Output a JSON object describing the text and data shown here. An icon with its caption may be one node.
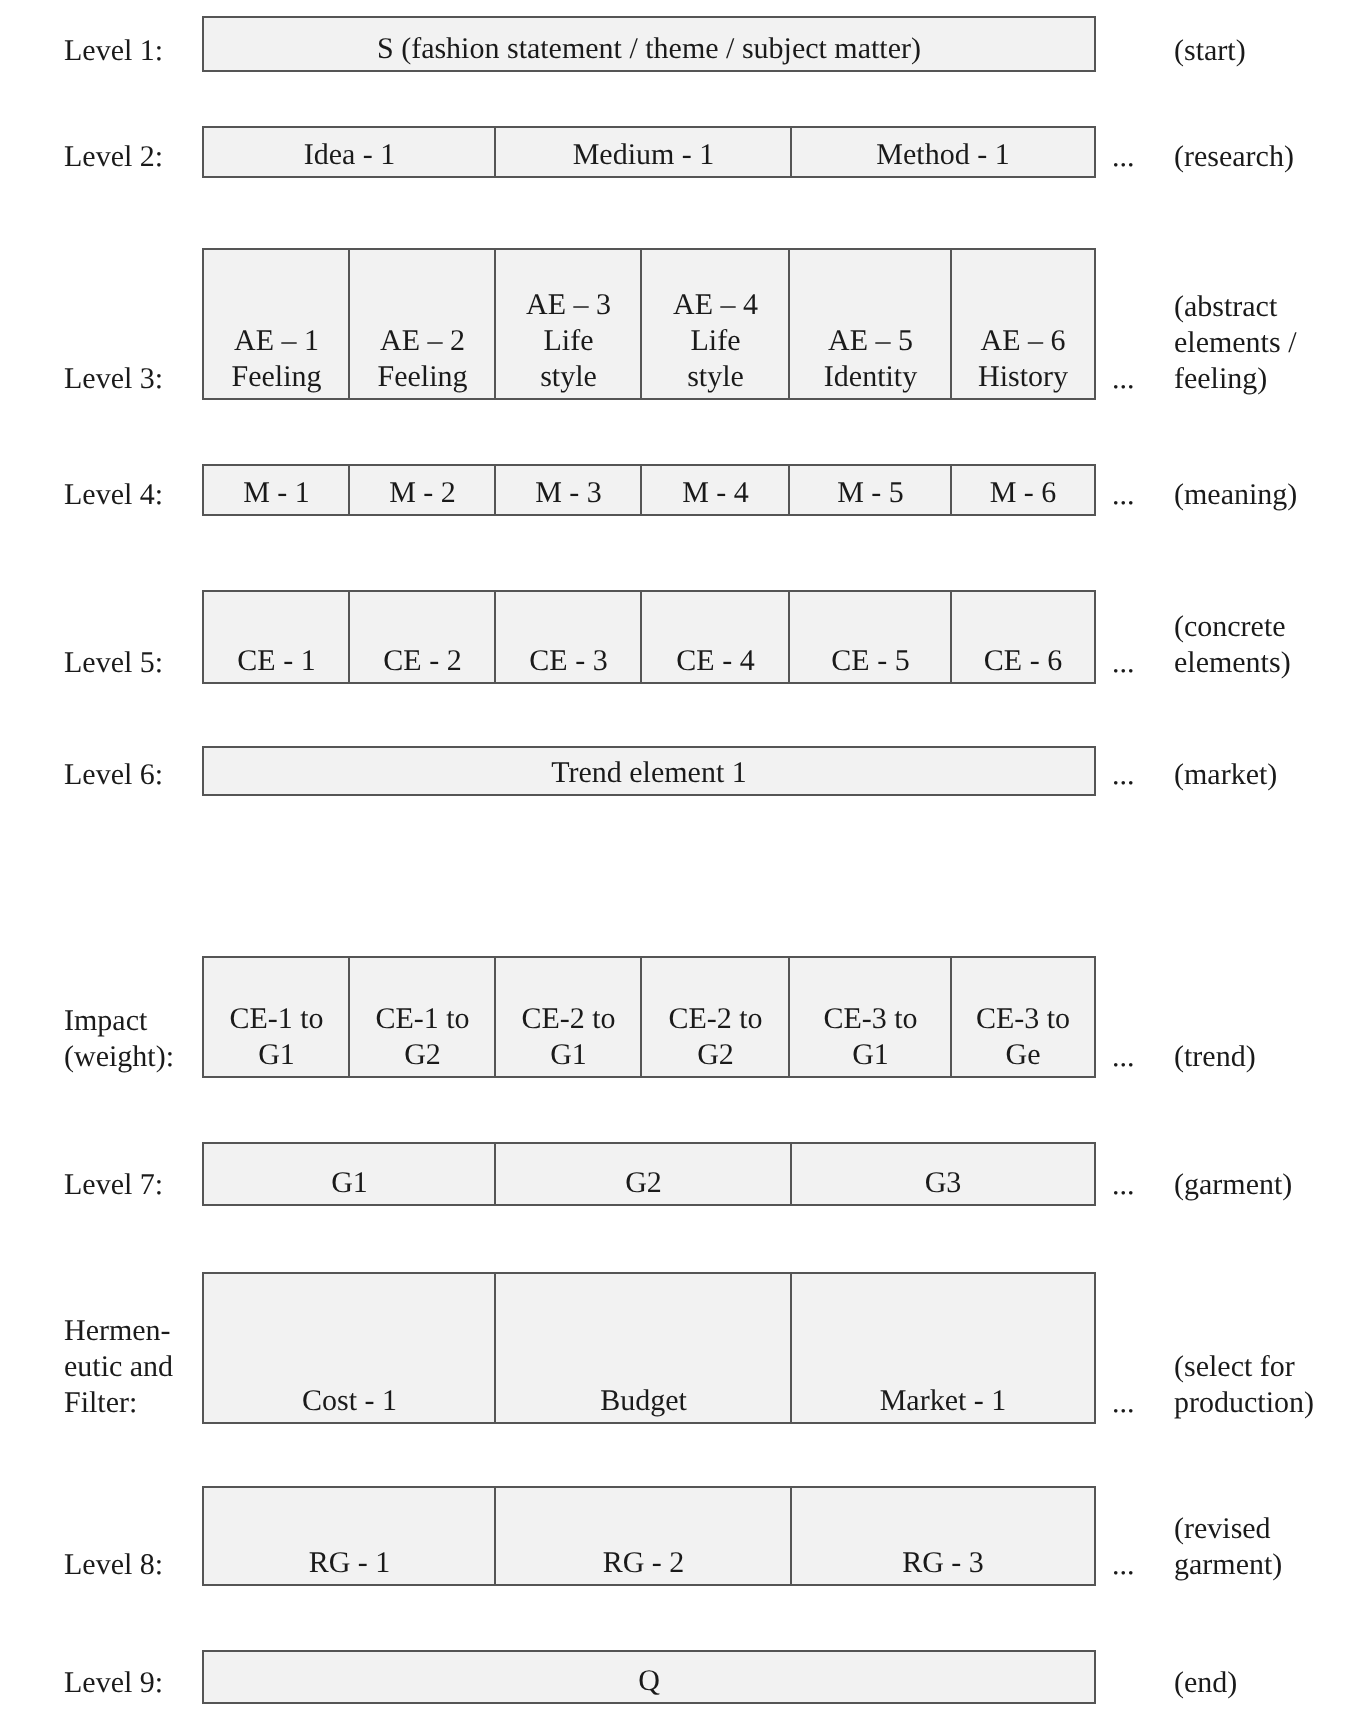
{
  "diagram": {
    "nodes": [
      {
        "text": [
          "S (fashion statement / theme / subject matter)"
        ]
      },
      {
        "text": [
          "Idea - 1"
        ]
      },
      {
        "text": [
          "Medium - 1"
        ]
      },
      {
        "text": [
          "Method - 1"
        ]
      },
      {
        "text": [
          "AE – 1 Feeling"
        ]
      },
      {
        "text": [
          "AE – 2 Feeling"
        ]
      },
      {
        "text": [
          "AE – 3 Life style"
        ]
      },
      {
        "text": [
          "AE – 4 Life style"
        ]
      },
      {
        "text": [
          "AE – 5 Identity"
        ]
      },
      {
        "text": [
          "AE – 6 History"
        ]
      },
      {
        "text": [
          "M - 1"
        ]
      },
      {
        "text": [
          "M - 2"
        ]
      },
      {
        "text": [
          "M - 3"
        ]
      },
      {
        "text": [
          "M - 4"
        ]
      },
      {
        "text": [
          "M - 5"
        ]
      },
      {
        "text": [
          "M - 6"
        ]
      },
      {
        "text": [
          "CE - 1"
        ]
      },
      {
        "text": [
          "CE - 2"
        ]
      },
      {
        "text": [
          "CE - 3"
        ]
      },
      {
        "text": [
          "CE - 4"
        ]
      },
      {
        "text": [
          "CE - 5"
        ]
      },
      {
        "text": [
          "CE - 6"
        ]
      },
      {
        "text": [
          "Trend element 1"
        ]
      },
      {
        "text": [
          "CE-1 to G1"
        ]
      },
      {
        "text": [
          "CE-1 to G2"
        ]
      },
      {
        "text": [
          "CE-2 to G1"
        ]
      },
      {
        "text": [
          "CE-2 to G2"
        ]
      },
      {
        "text": [
          "CE-3 to G1"
        ]
      },
      {
        "text": [
          "CE-3 to Ge"
        ]
      },
      {
        "text": [
          "G1"
        ]
      },
      {
        "text": [
          "G2"
        ]
      },
      {
        "text": [
          "G3"
        ]
      },
      {
        "text": [
          "Cost - 1"
        ]
      },
      {
        "text": [
          "Budget"
        ]
      },
      {
        "text": [
          "Market - 1"
        ]
      },
      {
        "text": [
          "RG - 1"
        ]
      },
      {
        "text": [
          "RG - 2"
        ]
      },
      {
        "text": [
          "RG - 3"
        ]
      },
      {
        "text": [
          "Q"
        ]
      }
    ],
    "labels": [
      "Level 1:",
      "(start)",
      "Level 2:",
      "...",
      "(research)",
      "Level 3:",
      "...",
      "(abstract elements / feeling)",
      "Level 4:",
      "...",
      "(meaning)",
      "Level 5:",
      "...",
      "(concrete elements)",
      "Level 6:",
      "...",
      "(market)",
      "Impact (weight):",
      "...",
      "(trend)",
      "Level 7:",
      "...",
      "(garment)",
      "Hermen- eutic and Filter:",
      "...",
      "(select for production)",
      "Level 8:",
      "...",
      "(revised garment)",
      "Level 9:",
      "(end)"
    ]
  }
}
